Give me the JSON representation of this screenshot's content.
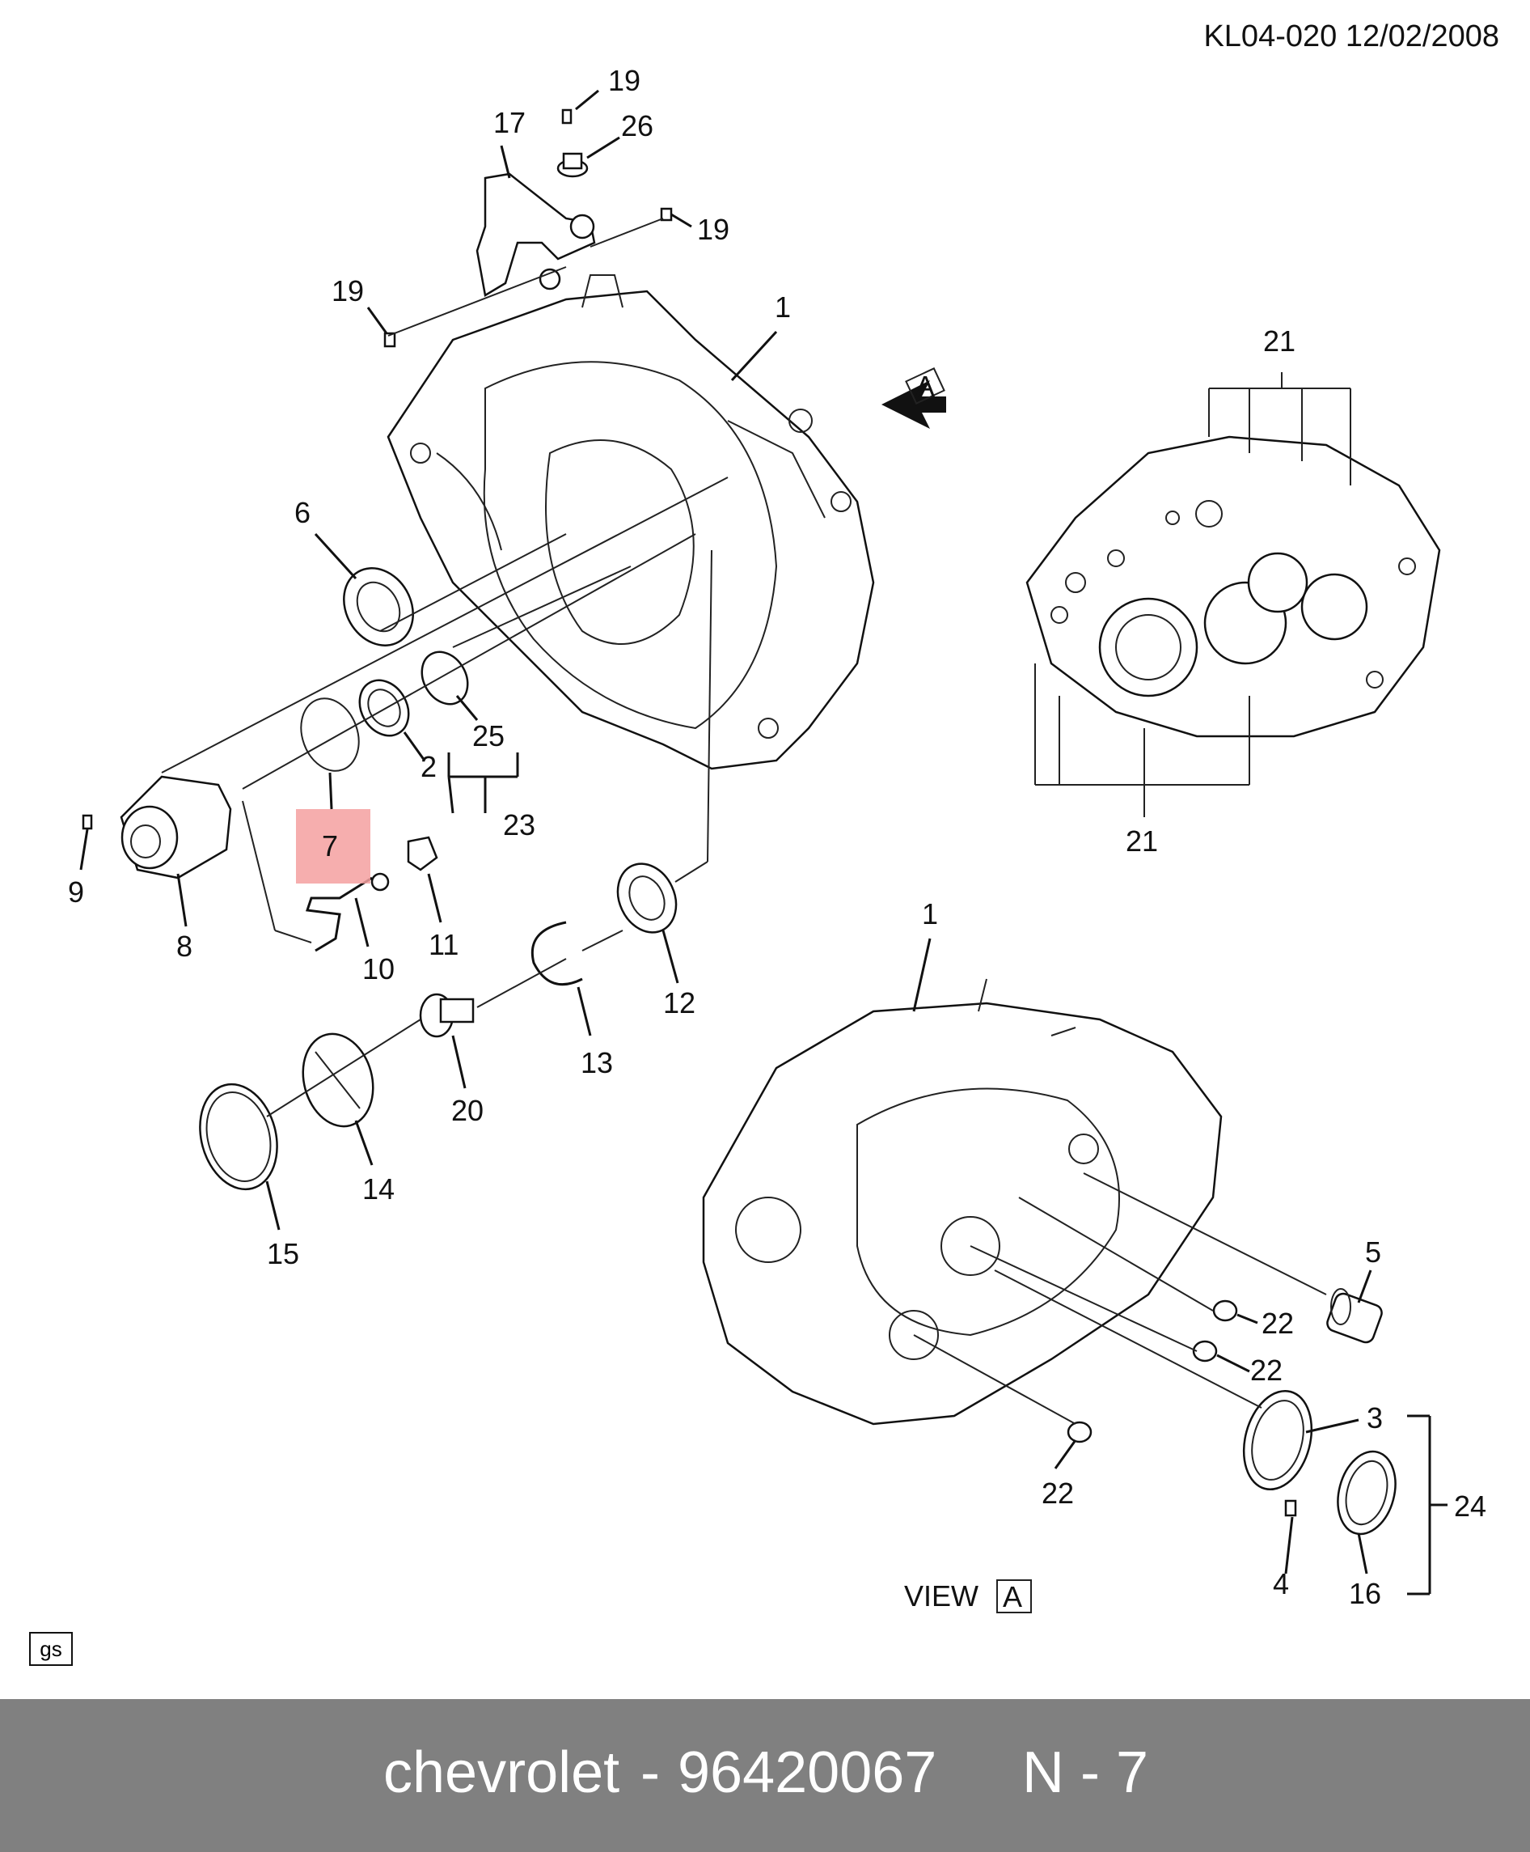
{
  "document_ref": "KL04-020 12/02/2008",
  "view_label": "VIEW",
  "view_tag": "A",
  "arrow_tag": "A",
  "corner_badge": "gs",
  "highlight_color": "#f4a0a0",
  "footer": {
    "brand": "chevrolet",
    "separator": "-",
    "part_number": "96420067",
    "position_code": "N - 7",
    "background": "#808080"
  },
  "callouts": [
    "1",
    "1",
    "2",
    "3",
    "4",
    "5",
    "6",
    "7",
    "8",
    "9",
    "10",
    "11",
    "12",
    "13",
    "14",
    "15",
    "16",
    "17",
    "19",
    "19",
    "19",
    "20",
    "21",
    "21",
    "22",
    "22",
    "22",
    "23",
    "24",
    "25",
    "26"
  ]
}
